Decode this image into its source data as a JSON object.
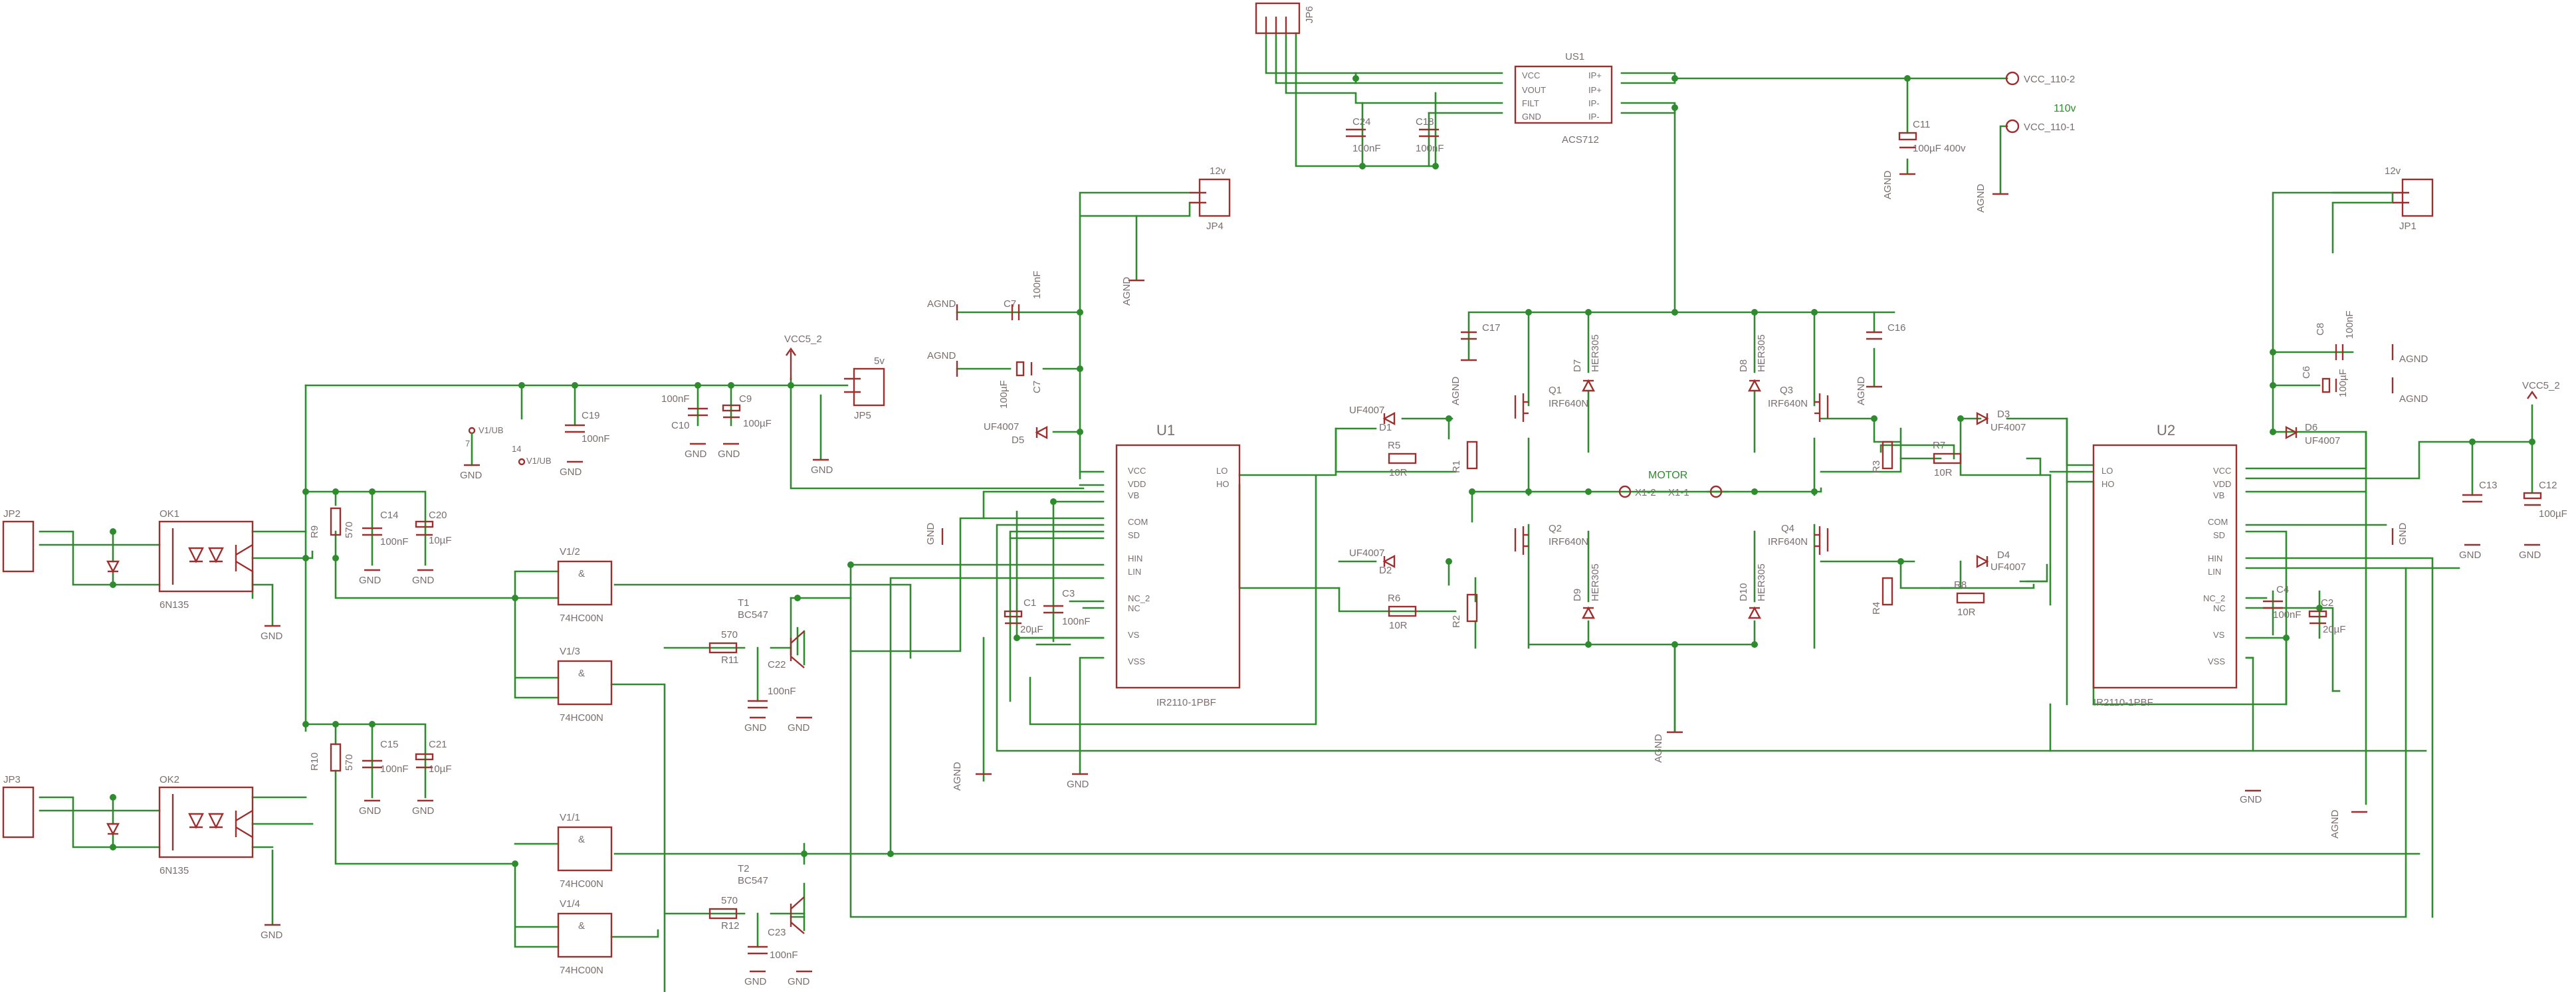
{
  "labels": {
    "jp6": "JP6",
    "jp4": "JP4",
    "jp1": "JP1",
    "jp5": "JP5",
    "jp2": "JP2",
    "jp3": "JP3",
    "v12": "12v",
    "v5": "5v",
    "v110": "110v",
    "us1": "US1",
    "acs": "ACS712",
    "vcc": "VCC",
    "vout": "VOUT",
    "filt": "FILT",
    "gnd": "GND",
    "ipp": "IP+",
    "ipm": "IP-",
    "vcc110_2": "VCC_110-2",
    "vcc110_1": "VCC_110-1",
    "c24": "C24",
    "c24v": "100nF",
    "c18": "C18",
    "c18v": "100nF",
    "c11": "C11",
    "c11v": "100µF 400v",
    "c7": "C7",
    "c7v": "100nF",
    "c7b": "C7",
    "c7bv": "100µF",
    "c8": "C8",
    "c8v": "100nF",
    "c6": "C6",
    "c6v": "100µF",
    "c16": "C16",
    "c17": "C17",
    "c19": "C19",
    "c19v": "100nF",
    "c10v": "100nF",
    "c10": "C10",
    "c9": "C9",
    "c9v": "100µF",
    "c14": "C14",
    "c14v": "100nF",
    "c20": "C20",
    "c20v": "10µF",
    "c15": "C15",
    "c15v": "100nF",
    "c21": "C21",
    "c21v": "10µF",
    "c1": "C1",
    "c1v": "20µF",
    "c3": "C3",
    "c3v": "100nF",
    "c4": "C4",
    "c4v": "100nF",
    "c2": "C2",
    "c2v": "20µF",
    "c13": "C13",
    "c12": "C12",
    "c12v": "100µF",
    "c22": "C22",
    "c22v": "100nF",
    "c23": "C23",
    "c23v": "100nF",
    "u1": "U1",
    "u1n": "IR2110-1PBF",
    "u2": "U2",
    "u2n": "IR2110-1PBF",
    "pvcc": "VCC",
    "pvdd": "VDD",
    "pvb": "VB",
    "pcom": "COM",
    "psd": "SD",
    "phin": "HIN",
    "plin": "LIN",
    "pnc2": "NC_2",
    "pnc": "NC",
    "pvs": "VS",
    "pvss": "VSS",
    "plo": "LO",
    "pho": "HO",
    "ok1": "OK1",
    "ok2": "OK2",
    "n6n135": "6N135",
    "n6n135b": "6N135",
    "v12g": "V1/2",
    "v13g": "V1/3",
    "v11g": "V1/1",
    "v14g": "V1/4",
    "hc": "74HC00N",
    "amp": "&",
    "t1": "T1",
    "t2": "T2",
    "bc": "BC547",
    "bc2": "BC547",
    "r11": "R11",
    "r12": "R12",
    "r570": "570",
    "r570b": "570",
    "r9": "R9",
    "r10": "R10",
    "r9v": "570",
    "r10v": "570",
    "r1": "R1",
    "r2": "R2",
    "r3": "R3",
    "r4": "R4",
    "r5": "R5",
    "r6": "R6",
    "r7": "R7",
    "r8": "R8",
    "r10r": "10R",
    "d1": "D1",
    "d2": "D2",
    "d3": "D3",
    "d4": "D4",
    "d5": "D5",
    "d6": "D6",
    "d7": "D7",
    "d8": "D8",
    "d9": "D9",
    "d10": "D10",
    "uf": "UF4007",
    "her": "HER305",
    "q1": "Q1",
    "q2": "Q2",
    "q3": "Q3",
    "q4": "Q4",
    "irf": "IRF640N",
    "motor": "MOTOR",
    "x12": "X1-2",
    "x11": "X1-1",
    "vcc5_2": "VCC5_2",
    "vcc5_2b": "VCC5_2",
    "agnd": "AGND",
    "v1ub": "V1/UB",
    "v1ub2": "V1/UB",
    "pin7": "7",
    "pin14": "14"
  }
}
